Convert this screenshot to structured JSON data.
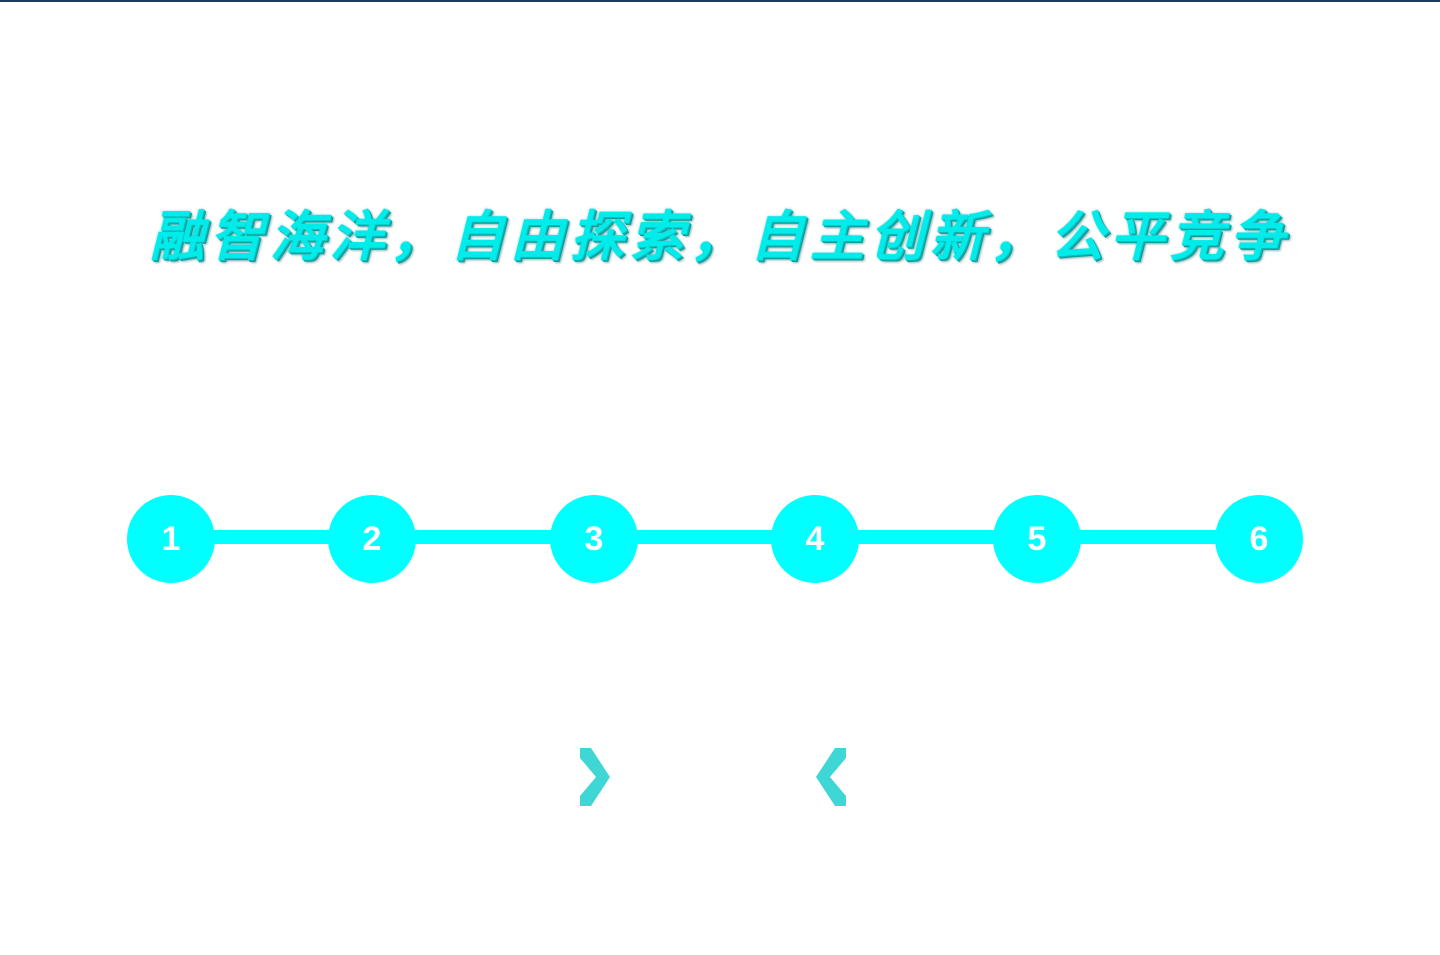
{
  "slogan": "融智海洋，自由探索，自主创新，公平竞争",
  "steps": [
    {
      "label": "1"
    },
    {
      "label": "2"
    },
    {
      "label": "3"
    },
    {
      "label": "4"
    },
    {
      "label": "5"
    },
    {
      "label": "6"
    }
  ],
  "nav": {
    "next_icon": "chevron-right-icon",
    "prev_icon": "chevron-left-icon"
  },
  "colors": {
    "accent": "#00ffff",
    "slogan": "#00ecea",
    "arrow": "#3fd6d6",
    "top_border": "#1f3a5c",
    "background": "#ffffff"
  }
}
